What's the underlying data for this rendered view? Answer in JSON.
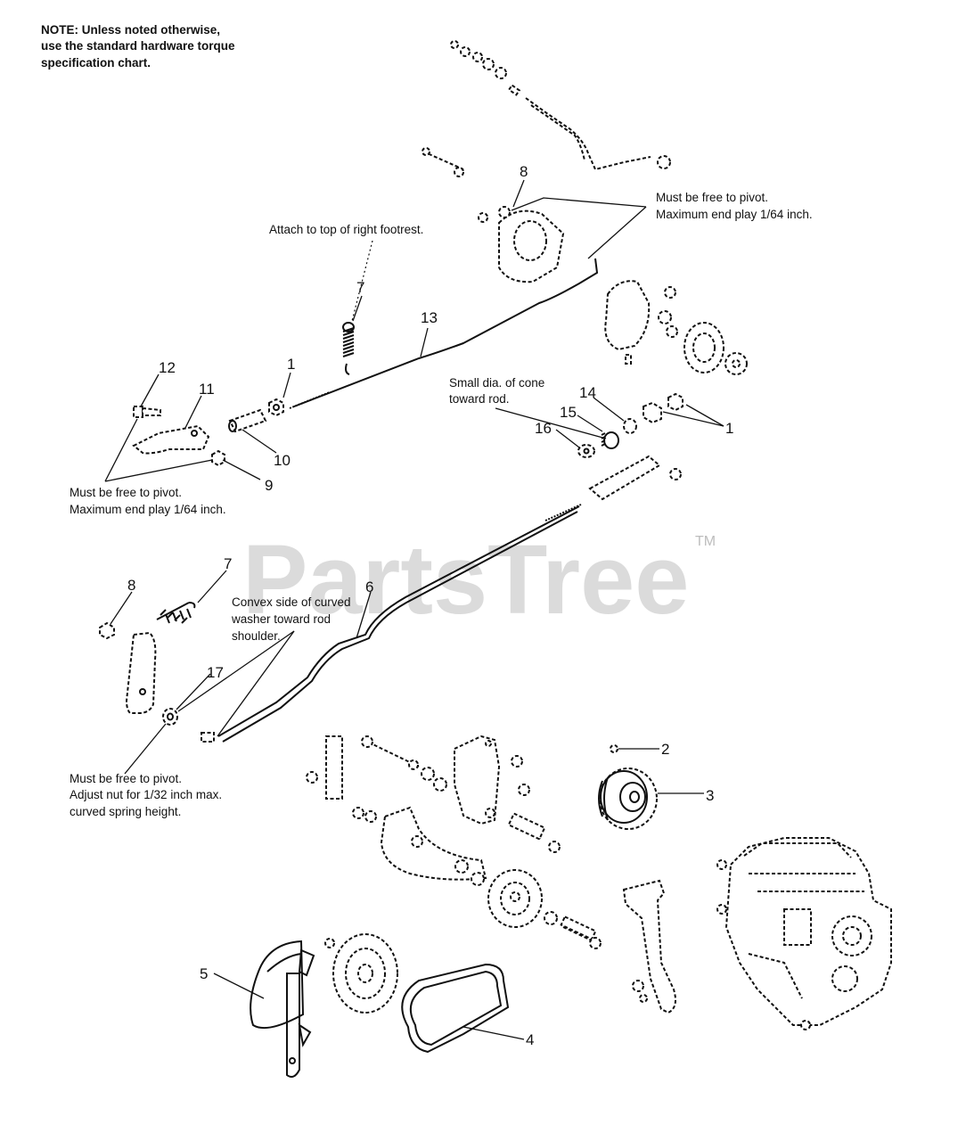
{
  "note": {
    "line1": "NOTE: Unless noted otherwise,",
    "line2": "use the standard hardware torque",
    "line3": "specification chart."
  },
  "watermark": {
    "text": "PartsTree",
    "trademark": "TM"
  },
  "annotations": {
    "pivot_top": [
      "Must be free to pivot.",
      "Maximum end play 1/64 inch."
    ],
    "footrest": [
      "Attach to top of right footrest."
    ],
    "cone": [
      "Small dia. of cone",
      "toward rod."
    ],
    "pivot_left": [
      "Must be free to pivot.",
      "Maximum end play 1/64 inch."
    ],
    "convex": [
      "Convex side of curved",
      "washer toward rod",
      "shoulder."
    ],
    "pivot_bottom": [
      "Must be free to pivot.",
      "Adjust nut for 1/32 inch max.",
      "curved spring height."
    ]
  },
  "callouts": {
    "c1a": "1",
    "c1b": "1",
    "c2": "2",
    "c3": "3",
    "c4": "4",
    "c5": "5",
    "c6": "6",
    "c7a": "7",
    "c7b": "7",
    "c8a": "8",
    "c8b": "8",
    "c9": "9",
    "c10": "10",
    "c11": "11",
    "c12": "12",
    "c13": "13",
    "c14": "14",
    "c15": "15",
    "c16": "16",
    "c17": "17"
  }
}
